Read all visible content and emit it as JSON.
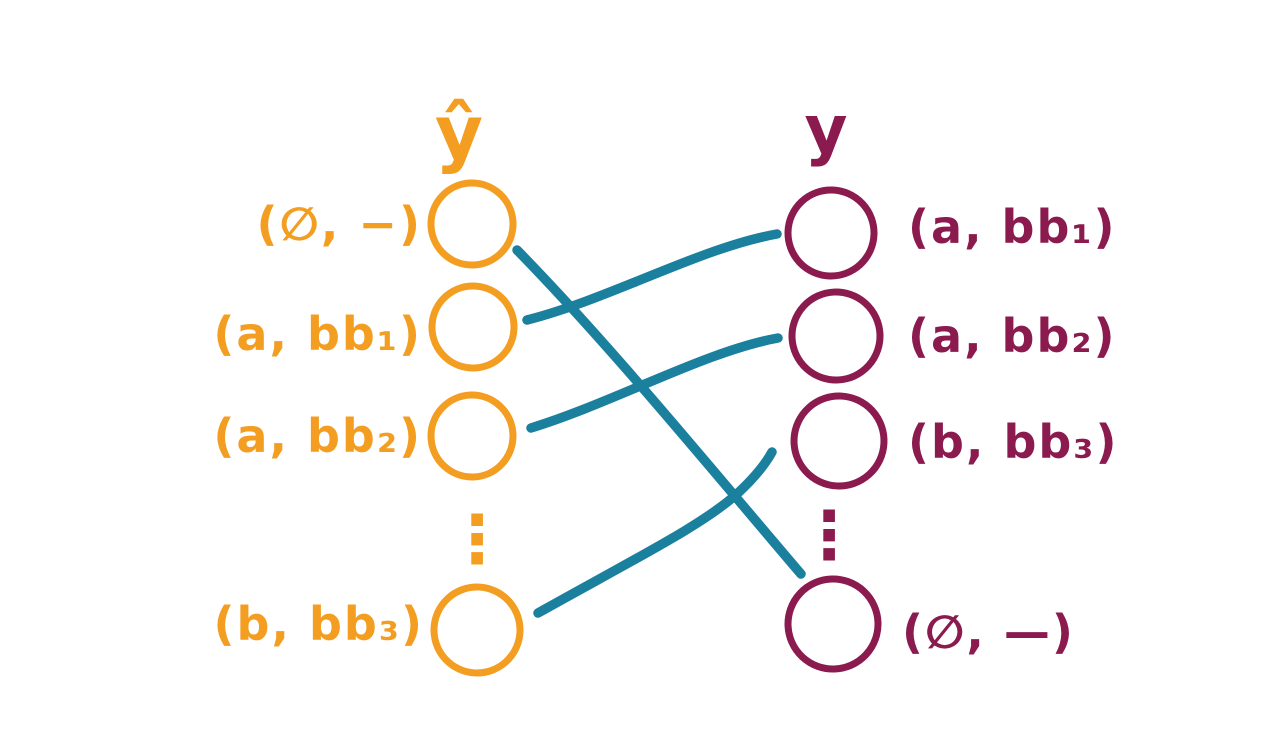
{
  "colors": {
    "left": "#F39D21",
    "right": "#8B1A4F",
    "edge": "#1A809E",
    "background": "#FFFFFF"
  },
  "left_column": {
    "header": "ŷ",
    "labels": [
      "(∅, −)",
      "(a, bb₁)",
      "(a, bb₂)",
      "(b, bb₃)"
    ],
    "ellipsis": "⋮"
  },
  "right_column": {
    "header": "y",
    "labels": [
      "(a, bb₁)",
      "(a, bb₂)",
      "(b, bb₃)",
      "(∅, —)"
    ],
    "ellipsis": "⋮"
  },
  "edges": [
    {
      "from": "(∅, −)",
      "to": "(∅, —)"
    },
    {
      "from": "(a, bb₁)",
      "to": "(a, bb₁)"
    },
    {
      "from": "(a, bb₂)",
      "to": "(a, bb₂)"
    },
    {
      "from": "(b, bb₃)",
      "to": "(b, bb₃)"
    }
  ]
}
